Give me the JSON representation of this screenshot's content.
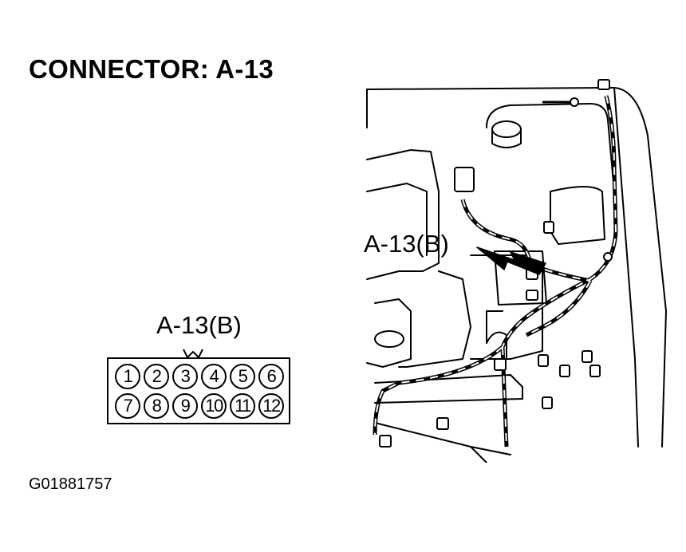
{
  "title": "CONNECTOR: A-13",
  "connector": {
    "label": "A-13(B)",
    "pins_row1": [
      "1",
      "2",
      "3",
      "4",
      "5",
      "6"
    ],
    "pins_row2": [
      "7",
      "8",
      "9",
      "10",
      "11",
      "12"
    ]
  },
  "engine_callout": "A-13(B)",
  "figure_id": "G01881757"
}
